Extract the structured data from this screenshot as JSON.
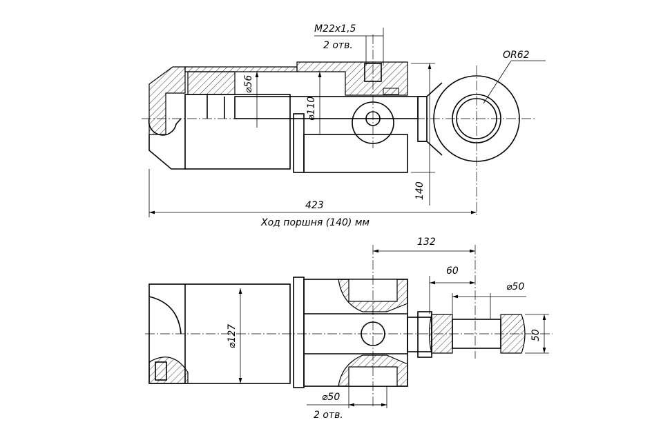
{
  "top_view": {
    "thread_label": "M22x1,5",
    "thread_count": "2 отв.",
    "rod_diameter": "⌀56",
    "bore_diameter": "⌀110",
    "eye_radius": "OR62",
    "height_dim": "140",
    "length_dim": "423",
    "stroke_caption": "Ход поршня (140) мм"
  },
  "bottom_view": {
    "dim_132": "132",
    "dim_60": "60",
    "eye_pin_diameter": "⌀50",
    "eye_width": "50",
    "body_diameter": "⌀127",
    "pin_hole_diameter": "⌀50",
    "pin_hole_count": "2 отв."
  }
}
